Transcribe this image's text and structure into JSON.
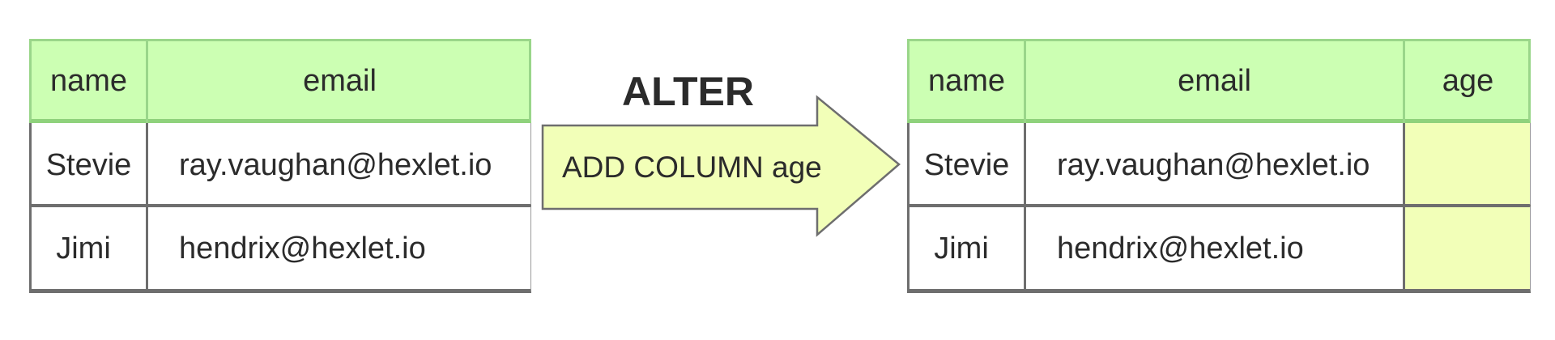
{
  "left_table": {
    "headers": [
      "name",
      "email"
    ],
    "rows": [
      [
        "Stevie",
        "ray.vaughan@hexlet.io"
      ],
      [
        "Jimi",
        "hendrix@hexlet.io"
      ]
    ]
  },
  "operation": {
    "title": "ALTER",
    "label": "ADD COLUMN age"
  },
  "right_table": {
    "headers": [
      "name",
      "email",
      "age"
    ],
    "rows": [
      [
        "Stevie",
        "ray.vaughan@hexlet.io",
        ""
      ],
      [
        "Jimi",
        "hendrix@hexlet.io",
        ""
      ]
    ]
  },
  "colors": {
    "header_fill": "#ccffb3",
    "header_border": "#9ad68a",
    "new_column_fill": "#f2ffb8",
    "arrow_fill": "#f2ffb8",
    "border_dark": "#6e6e6e",
    "text": "#2b2b2b"
  }
}
